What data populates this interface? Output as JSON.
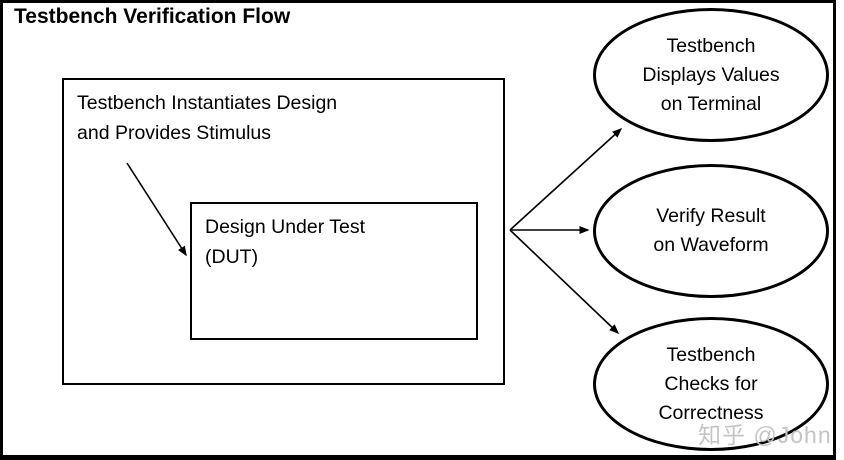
{
  "diagram": {
    "title": "Testbench Verification Flow",
    "nodes": {
      "testbench_box": {
        "shape": "rectangle",
        "label": "Testbench Instantiates Design\nand Provides Stimulus"
      },
      "dut_box": {
        "shape": "rectangle",
        "label": "Design Under Test\n(DUT)"
      },
      "terminal_ellipse": {
        "shape": "ellipse",
        "label": "Testbench\nDisplays Values\non Terminal"
      },
      "waveform_ellipse": {
        "shape": "ellipse",
        "label": "Verify Result\non Waveform"
      },
      "correctness_ellipse": {
        "shape": "ellipse",
        "label": "Testbench\nChecks for\nCorrectness"
      }
    },
    "edges": [
      {
        "from": "testbench_box",
        "to": "dut_box",
        "type": "arrow"
      },
      {
        "from": "dut_box",
        "to": "terminal_ellipse",
        "type": "arrow"
      },
      {
        "from": "dut_box",
        "to": "waveform_ellipse",
        "type": "arrow"
      },
      {
        "from": "dut_box",
        "to": "correctness_ellipse",
        "type": "arrow"
      }
    ],
    "watermark": "知乎 @John",
    "colors": {
      "line": "#000000",
      "background": "#ffffff",
      "text": "#000000",
      "watermark": "#c4c4c4"
    }
  }
}
